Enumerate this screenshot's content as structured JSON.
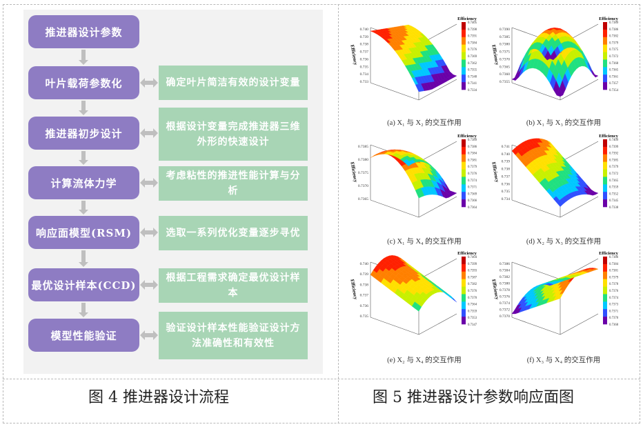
{
  "flow": {
    "steps": [
      "推进器设计参数",
      "叶片载荷参数化",
      "推进器初步设计",
      "计算流体力学",
      "响应面模型(RSM)",
      "最优设计样本(CCD)",
      "模型性能验证"
    ],
    "notes": [
      "确定叶片简洁有效的设计变量",
      "根据设计变量完成推进器三维外形的快速设计",
      "考虑粘性的推进性能计算与分析",
      "选取一系列优化变量逐步寻优",
      "根据工程需求确定最优设计样本",
      "验证设计样本性能验证设计方法准确性和有效性"
    ],
    "colors": {
      "step": "#8e7cc3",
      "note": "#a8d5b5",
      "arrow": "#bfbfbf"
    }
  },
  "captions": {
    "fig4": "图 4  推进器设计流程",
    "fig5": "图 5  推进器设计参数响应面图"
  },
  "plots": [
    {
      "label": "(a) X₁ 与 X₂ 的交互作用",
      "ylabel": "Efficiency",
      "colorbar_title": "Efficiency",
      "colorbar": [
        "0.7405",
        "0.7398",
        "0.7391",
        "0.7384",
        "0.7376",
        "0.7369",
        "0.7362",
        "0.7355",
        "0.7348",
        "0.7341",
        "0.7334"
      ],
      "zticks": [
        "0.740",
        "0.739",
        "0.738",
        "0.737",
        "0.736",
        "0.735",
        "0.734",
        "0.733"
      ]
    },
    {
      "label": "(b) X₁ 与 X₃ 的交互作用",
      "ylabel": "Efficiency",
      "colorbar_title": "Efficiency",
      "colorbar": [
        "0.7389",
        "0.7386",
        "0.7382",
        "0.7379",
        "0.7375",
        "0.7372",
        "0.7368",
        "0.7365",
        "0.7361",
        "0.7357",
        "0.7354"
      ],
      "zticks": [
        "0.7390",
        "0.7385",
        "0.7380",
        "0.7375",
        "0.7370",
        "0.7365",
        "0.7360",
        "0.7355"
      ]
    },
    {
      "label": "(c) X₁ 与 X₄ 的交互作用",
      "ylabel": "Efficiency",
      "colorbar_title": "Efficiency",
      "colorbar": [
        "0.7389",
        "0.7386",
        "0.7384",
        "0.7381",
        "0.7379",
        "0.7376",
        "0.7374",
        "0.7371",
        "0.7369",
        "0.7366",
        "0.7364"
      ],
      "zticks": [
        "0.7385",
        "0.7380",
        "0.7375",
        "0.7370",
        "0.7365"
      ]
    },
    {
      "label": "(d) X₂ 与 X₃ 的交互作用",
      "ylabel": "Efficiency",
      "colorbar_title": "Efficiency",
      "colorbar": [
        "0.7409",
        "0.7399",
        "0.7392",
        "0.7385",
        "0.7379",
        "0.7372",
        "0.7365",
        "0.7359",
        "0.7352",
        "0.7345",
        "0.7338"
      ],
      "zticks": [
        "0.741",
        "0.740",
        "0.739",
        "0.738",
        "0.737",
        "0.736",
        "0.735",
        "0.734"
      ]
    },
    {
      "label": "(e) X₂ 与 X₄ 的交互作用",
      "ylabel": "Efficiency",
      "colorbar_title": "Efficiency",
      "colorbar": [
        "0.7404",
        "0.7399",
        "0.7393",
        "0.7387",
        "0.7382",
        "0.7376",
        "0.7370",
        "0.7364",
        "0.7359",
        "0.7353",
        "0.7347"
      ],
      "zticks": [
        "0.740",
        "0.739",
        "0.738",
        "0.737",
        "0.736",
        "0.735"
      ]
    },
    {
      "label": "(f) X₃ 与 X₄ 的交互作用",
      "ylabel": "Efficiency",
      "colorbar_title": "Efficiency",
      "colorbar": [
        "0.7386",
        "0.7384",
        "0.7381",
        "0.7379",
        "0.7378",
        "0.7376",
        "0.7374",
        "0.7373",
        "0.7371",
        "0.7370",
        "0.7368"
      ],
      "zticks": [
        "0.7386",
        "0.7384",
        "0.7382",
        "0.7380",
        "0.7378",
        "0.7376",
        "0.7374",
        "0.7372",
        "0.7370"
      ]
    }
  ],
  "surface_colors": [
    "#6a00a8",
    "#3050ff",
    "#00c8ff",
    "#20e080",
    "#c8f000",
    "#ffe000",
    "#ff8000",
    "#ff2000",
    "#c00000"
  ]
}
